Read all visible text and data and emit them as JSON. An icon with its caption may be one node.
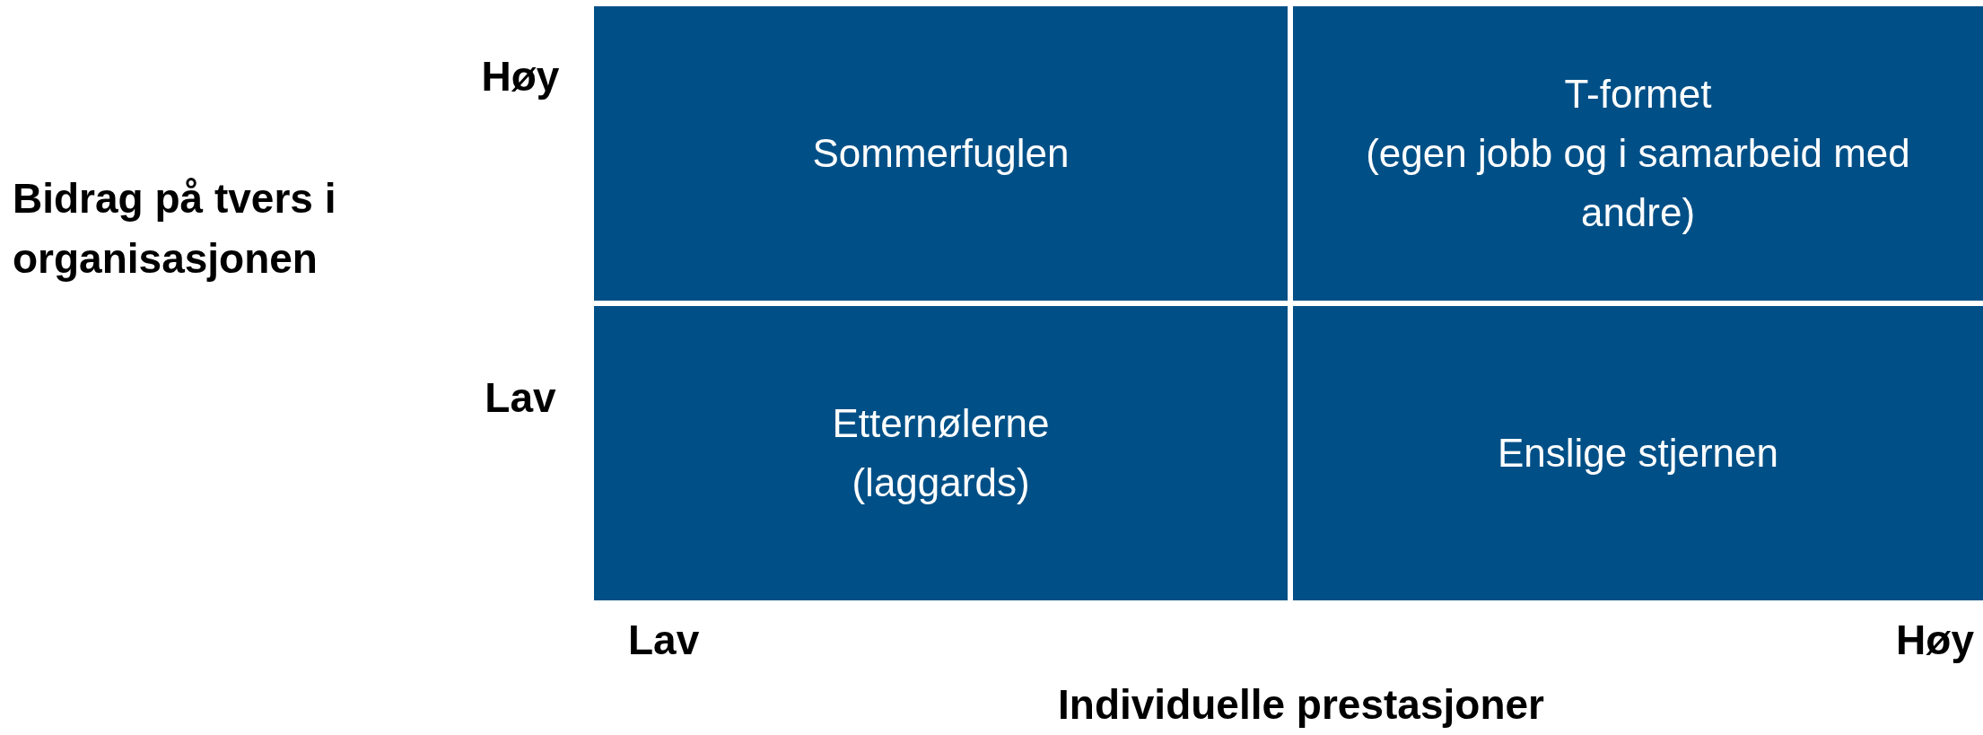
{
  "diagram": {
    "nodes": [
      {
        "text": [
          "Sommerfuglen"
        ]
      },
      {
        "text": [
          "T-formet",
          "(egen jobb og i samarbeid med andre)"
        ]
      },
      {
        "text": [
          "Etternølerne",
          "(laggards)"
        ]
      },
      {
        "text": [
          "Enslige stjernen"
        ]
      }
    ],
    "labels": [
      "Høy",
      "Bidrag på tvers i organisasjonen",
      "Lav",
      "Lav",
      "Høy",
      "Individuelle prestasjoner"
    ]
  }
}
